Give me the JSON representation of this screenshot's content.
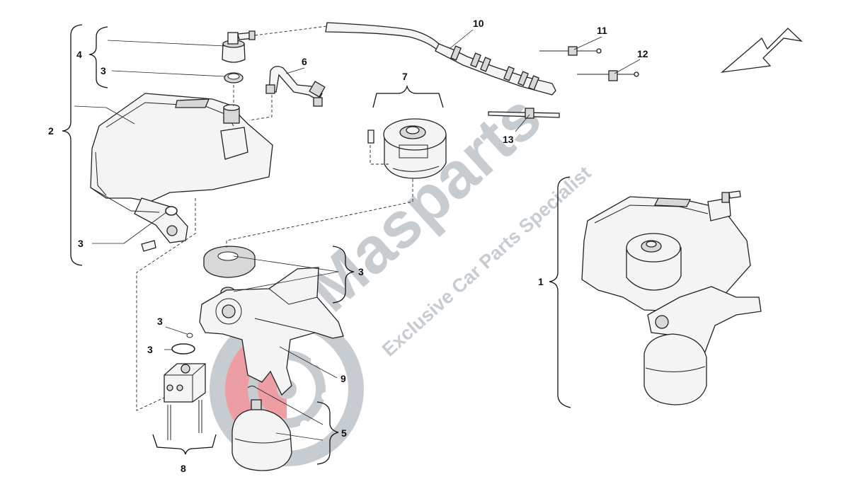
{
  "callouts": {
    "c1": "1",
    "c2": "2",
    "c3a": "3",
    "c3b": "3",
    "c3c": "3",
    "c3d": "3",
    "c3e": "3",
    "c4": "4",
    "c5": "5",
    "c6": "6",
    "c7": "7",
    "c8": "8",
    "c9": "9",
    "c10": "10",
    "c11": "11",
    "c12": "12",
    "c13": "13"
  },
  "watermark": {
    "brand": "Masparts",
    "tagline": "Exclusive Car Parts Specialist"
  },
  "colors": {
    "watermark_red": "#e0505a",
    "watermark_gray": "#9aa3ad"
  }
}
